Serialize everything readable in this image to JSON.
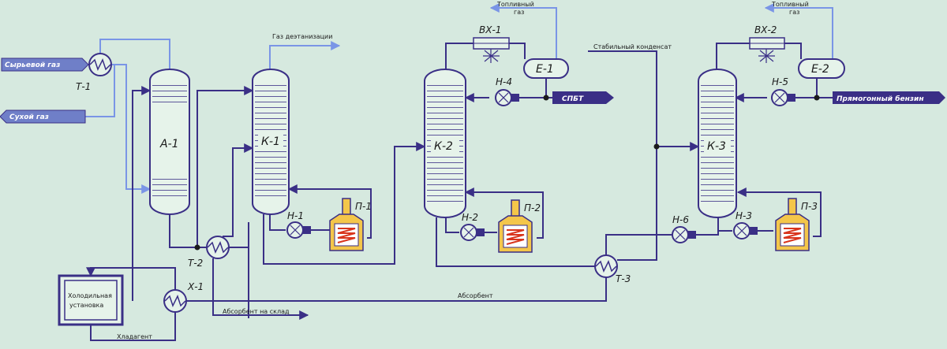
{
  "colors": {
    "background": "#d6e9df",
    "gas_line": "#7a95e6",
    "liquid_line": "#3a2f86",
    "vessel_fill": "#e6f3ea",
    "furnace_fill": "#f4c64a",
    "furnace_coil": "#d9351d"
  },
  "icons": {
    "column": "distillation-column-icon",
    "heat_exchanger": "heat-exchanger-icon",
    "pump": "pump-icon",
    "furnace": "furnace-icon",
    "air_cooler": "air-cooler-icon",
    "drum": "reflux-drum-icon",
    "fridge": "refrigeration-unit-icon"
  },
  "streams": {
    "raw_gas": "Сырьевой газ",
    "dry_gas": "Сухой газ",
    "deethanization_gas": "Газ деэтанизации",
    "fuel_gas_1_l1": "Топливный",
    "fuel_gas_1_l2": "газ",
    "fuel_gas_2_l1": "Топливный",
    "fuel_gas_2_l2": "газ",
    "stable_condensate": "Стабильный конденсат",
    "spbt": "СПБТ",
    "straight_run_gasoline": "Прямогонный бензин",
    "absorbent": "Абсорбент",
    "absorbent_to_storage": "Абсорбент на склад",
    "refrigerant": "Хладагент"
  },
  "equipment": {
    "t1": "Т-1",
    "t2": "Т-2",
    "t3": "Т-3",
    "x1": "Х-1",
    "a1": "А-1",
    "k1": "К-1",
    "k2": "К-2",
    "k3": "К-3",
    "h1": "Н-1",
    "h2": "Н-2",
    "h3": "Н-3",
    "h4": "Н-4",
    "h5": "Н-5",
    "h6": "Н-6",
    "p1": "П-1",
    "p2": "П-2",
    "p3": "П-3",
    "bx1": "ВХ-1",
    "bx2": "ВХ-2",
    "e1": "Е-1",
    "e2": "Е-2",
    "fridge_l1": "Холодильная",
    "fridge_l2": "установка"
  }
}
